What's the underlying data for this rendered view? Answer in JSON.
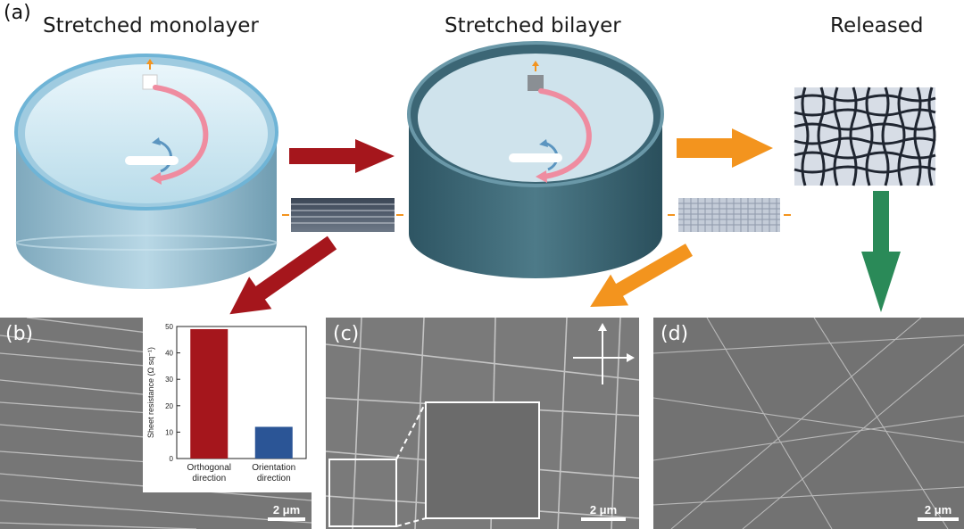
{
  "panels": {
    "a": {
      "label": "(a)"
    },
    "b": {
      "label": "(b)",
      "scale": "2 μm"
    },
    "c": {
      "label": "(c)",
      "scale": "2 μm"
    },
    "d": {
      "label": "(d)",
      "scale": "2 μm"
    }
  },
  "stages": {
    "monolayer": "Stretched monolayer",
    "bilayer": "Stretched bilayer",
    "released": "Released"
  },
  "colors": {
    "red_arrow": "#a5161c",
    "orange_arrow": "#f3941e",
    "green_arrow": "#2a8a58",
    "bar_orthogonal": "#a5161c",
    "bar_orientation": "#2b5596"
  },
  "chart_data": {
    "type": "bar",
    "categories": [
      "Orthogonal direction",
      "Orientation direction"
    ],
    "category_lines": [
      [
        "Orthogonal",
        "direction"
      ],
      [
        "Orientation",
        "direction"
      ]
    ],
    "values": [
      49,
      12
    ],
    "ylabel": "Sheet resistance (Ω sq⁻¹)",
    "ylim": [
      0,
      50
    ],
    "yticks": [
      0,
      10,
      20,
      30,
      40,
      50
    ],
    "grid": false
  }
}
